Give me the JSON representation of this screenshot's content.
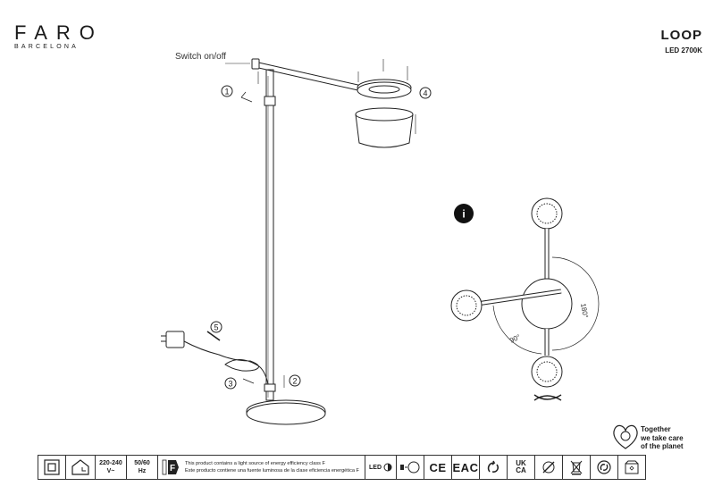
{
  "brand": {
    "name": "FARO",
    "sub": "BARCELONA"
  },
  "product": {
    "name": "LOOP",
    "spec": "LED 2700K"
  },
  "callouts": {
    "switch": "Switch on/off"
  },
  "steps": [
    "1",
    "2",
    "3",
    "4",
    "5"
  ],
  "info": {
    "label": "i"
  },
  "angles": {
    "rotate": "180°",
    "tilt": "90°"
  },
  "care": {
    "line1": "Together",
    "line2": "we take care",
    "line3": "of the planet"
  },
  "footer": {
    "voltage_value": "220-240",
    "voltage_unit": "V~",
    "freq_value": "50/60",
    "freq_unit": "Hz",
    "energy_class": "F",
    "energy_en": "This product contains a light source of energy efficiency class F",
    "energy_es": "Este producto contiene una fuente luminosa de la clase eficiencia energética F",
    "led_label": "LED",
    "ce_label": "CE",
    "eac_label": "EAC",
    "ukca_top": "UK",
    "ukca_bottom": "CA"
  }
}
